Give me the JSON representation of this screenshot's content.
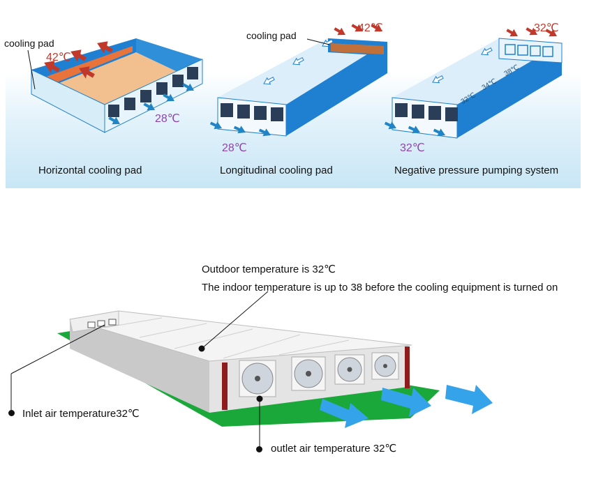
{
  "panels": {
    "horizontal": {
      "caption": "Horizontal  cooling pad",
      "pad_label": "cooling pad",
      "hot_temp": "42℃",
      "cool_temp": "28℃"
    },
    "longitudinal": {
      "caption": "Longitudinal cooling pad",
      "pad_label": "cooling pad",
      "hot_temp": "42℃",
      "cool_temp": "28℃"
    },
    "negative_pressure": {
      "caption": "Negative pressure pumping system",
      "hot_temp": "32℃",
      "cool_temp": "32℃",
      "inner_temps": [
        "32℃",
        "34℃",
        "38℃"
      ]
    }
  },
  "house": {
    "outdoor_note": "Outdoor temperature is 32℃",
    "indoor_note": "The indoor temperature is up to 38 before the cooling equipment is turned on",
    "inlet_label": "Inlet air temperature32℃",
    "outlet_label": "outlet air temperature 32℃"
  },
  "colors": {
    "wall_blue": "#1f7fd0",
    "pad_orange": "#e8743b",
    "hot_arrow": "#c0392b",
    "cool_arrow": "#2185c5",
    "grass": "#1aa83a",
    "building_wall": "#d9d9d9"
  }
}
